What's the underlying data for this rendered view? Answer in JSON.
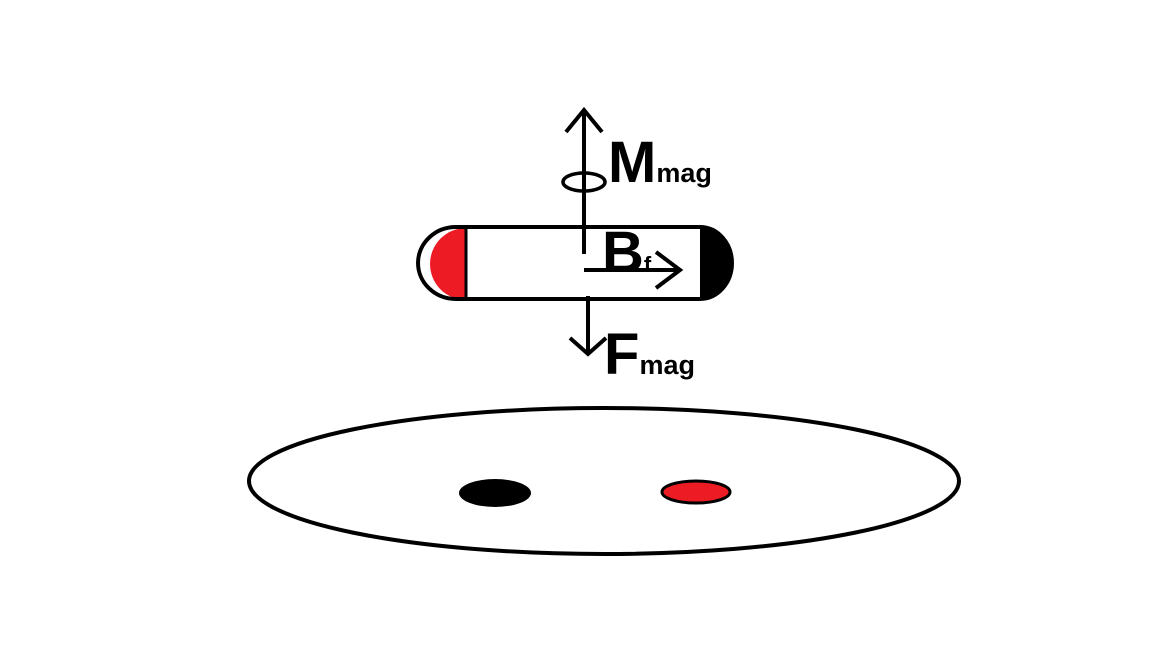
{
  "labels": {
    "moment": {
      "main": "M",
      "sub": "mag"
    },
    "field": {
      "main": "B",
      "sub": "f"
    },
    "force": {
      "main": "F",
      "sub": "mag"
    }
  },
  "colors": {
    "stroke": "#000000",
    "background": "#ffffff",
    "north_pole": "#ed1c24",
    "south_pole": "#000000"
  },
  "icons": {
    "moment_arrow": "arrow-up-icon",
    "rotation": "rotation-loop-icon",
    "field_arrow": "arrow-right-icon",
    "force_arrow": "arrow-down-icon"
  }
}
